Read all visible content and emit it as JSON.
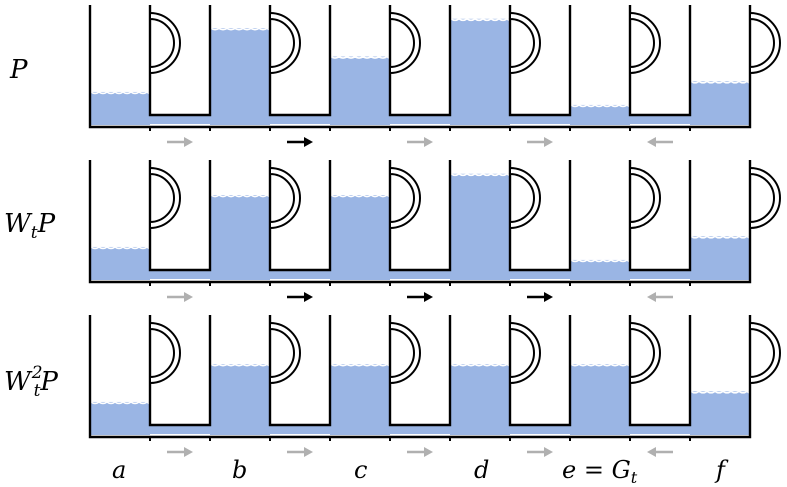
{
  "rows": [
    {
      "label_base": "P",
      "label_sub": "",
      "label_sup": "",
      "levels": [
        0.28,
        0.82,
        0.58,
        0.9,
        0.17,
        0.37
      ],
      "arrows": [
        "right-gray",
        "right-black",
        "right-gray",
        "right-gray",
        "left-gray"
      ]
    },
    {
      "label_base": "W",
      "label_sub": "t",
      "label_sup": "",
      "label_tail": "P",
      "levels": [
        0.28,
        0.72,
        0.72,
        0.9,
        0.17,
        0.37
      ],
      "arrows": [
        "right-gray",
        "right-black",
        "right-black",
        "right-black",
        "left-gray"
      ]
    },
    {
      "label_base": "W",
      "label_sub": "t",
      "label_sup": "2",
      "label_tail": "P",
      "levels": [
        0.28,
        0.6,
        0.6,
        0.6,
        0.6,
        0.37
      ],
      "arrows": [
        "right-gray",
        "right-gray",
        "right-gray",
        "right-gray",
        "left-gray"
      ]
    }
  ],
  "column_labels": [
    "a",
    "b",
    "c",
    "d",
    "e = G",
    "f"
  ],
  "column_label_e_sub": "t",
  "colors": {
    "water": "#9ab5e4",
    "wave": "#ffffff",
    "outline": "#000000",
    "arrow_black": "#000000",
    "arrow_gray": "#b0b0b0"
  }
}
